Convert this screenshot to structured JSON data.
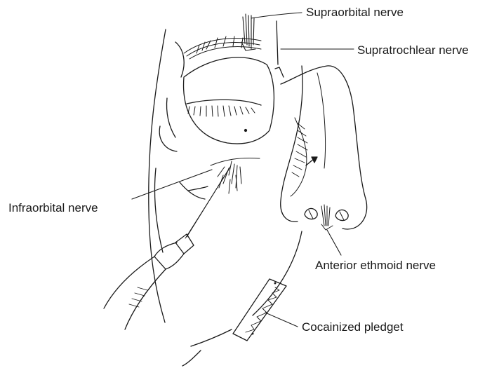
{
  "labels": {
    "supraorbital": "Supraorbital nerve",
    "supratrochlear": "Supratrochlear nerve",
    "infraorbital": "Infraorbital nerve",
    "anterior_ethmoid": "Anterior ethmoid nerve",
    "pledget": "Cocainized pledget"
  },
  "colors": {
    "ink": "#1a1a1a",
    "background": "#ffffff"
  }
}
